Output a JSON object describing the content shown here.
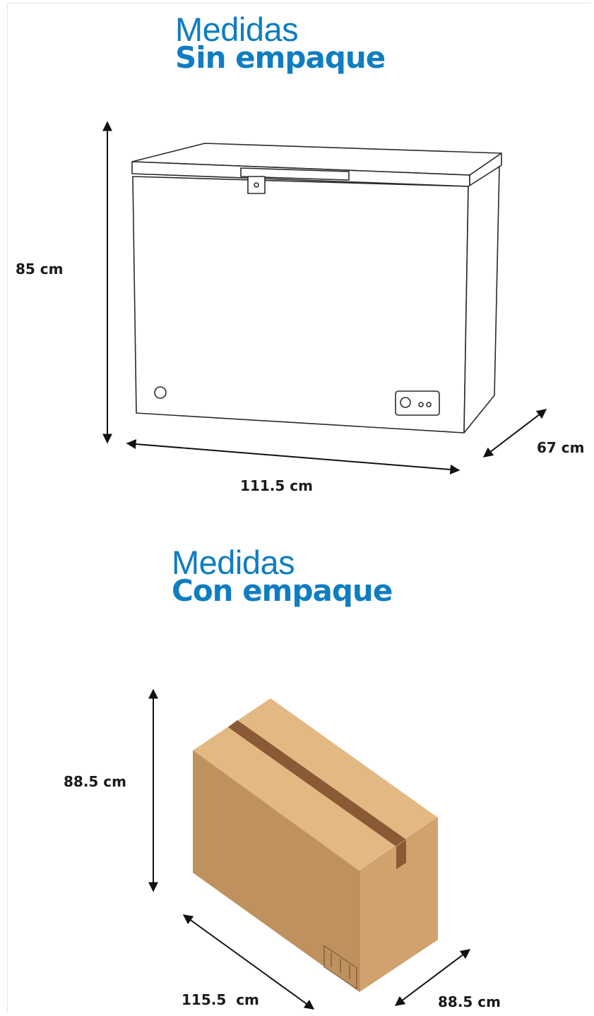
{
  "section_unpacked": {
    "title_line1": "Medidas",
    "title_line2": "Sin empaque",
    "height": "85 cm",
    "width": "111.5 cm",
    "depth": "67 cm"
  },
  "section_packed": {
    "title_line1": "Medidas",
    "title_line2": "Con empaque",
    "height": "88.5 cm",
    "width": "115.5  cm",
    "depth": "88.5 cm"
  },
  "colors": {
    "title_blue": "#0f7dc1",
    "outline": "#2a2a2a",
    "box_front": "#bf915f",
    "box_side": "#d1a26d",
    "box_top": "#e3b983",
    "tape": "#8a5a36"
  },
  "icons": [
    "arrow-double-icon",
    "chest-freezer-illustration",
    "cardboard-box-illustration"
  ]
}
